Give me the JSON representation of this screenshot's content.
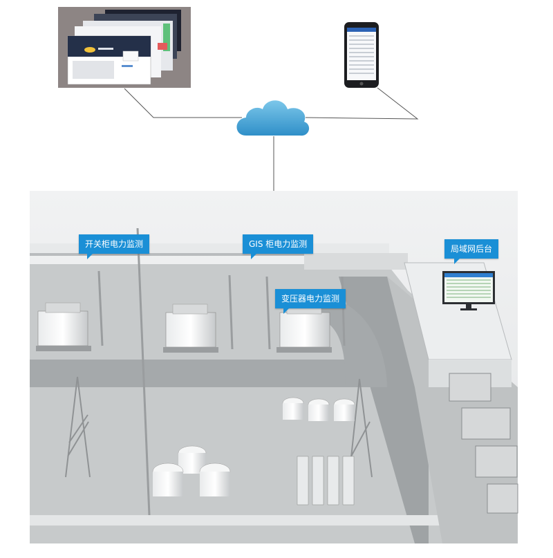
{
  "labels": {
    "switchgear_monitoring": "开关柜电力监测",
    "gis_monitoring": "GIS 柜电力监测",
    "transformer_monitoring": "变压器电力监测",
    "lan_backend": "局域网后台"
  },
  "icons": {
    "cloud": "cloud-icon",
    "desktop": "desktop-screens-icon",
    "phone": "smartphone-icon",
    "monitor": "monitor-icon"
  },
  "colors": {
    "callout": "#1a8fd6",
    "cloud": "#4aa8d8",
    "ground": "#c9cccd",
    "road": "#a7abad",
    "lines": "#555555"
  }
}
